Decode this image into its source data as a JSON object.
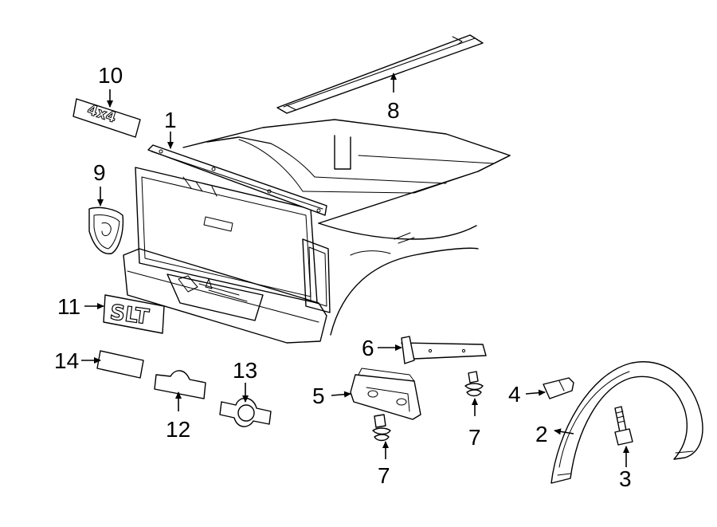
{
  "diagram": {
    "callouts": [
      {
        "id": "c1",
        "label": "1"
      },
      {
        "id": "c2",
        "label": "2"
      },
      {
        "id": "c3",
        "label": "3"
      },
      {
        "id": "c4",
        "label": "4"
      },
      {
        "id": "c5",
        "label": "5"
      },
      {
        "id": "c6",
        "label": "6"
      },
      {
        "id": "c7a",
        "label": "7"
      },
      {
        "id": "c7b",
        "label": "7"
      },
      {
        "id": "c8",
        "label": "8"
      },
      {
        "id": "c9",
        "label": "9"
      },
      {
        "id": "c10",
        "label": "10"
      },
      {
        "id": "c11",
        "label": "11"
      },
      {
        "id": "c12",
        "label": "12"
      },
      {
        "id": "c13",
        "label": "13"
      },
      {
        "id": "c14",
        "label": "14"
      }
    ],
    "emblems": {
      "badge_4x4": "4x4",
      "badge_slt": "SLT"
    }
  }
}
